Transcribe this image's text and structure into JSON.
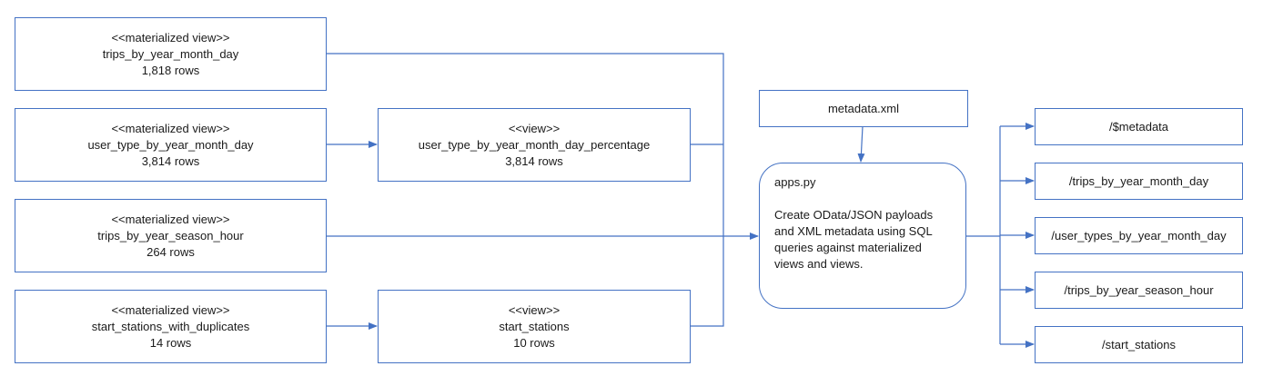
{
  "materialized_views": [
    {
      "stereotype": "<<materialized view>>",
      "name": "trips_by_year_month_day",
      "rows": "1,818 rows"
    },
    {
      "stereotype": "<<materialized view>>",
      "name": "user_type_by_year_month_day",
      "rows": "3,814 rows"
    },
    {
      "stereotype": "<<materialized view>>",
      "name": "trips_by_year_season_hour",
      "rows": "264 rows"
    },
    {
      "stereotype": "<<materialized view>>",
      "name": "start_stations_with_duplicates",
      "rows": "14 rows"
    }
  ],
  "views": [
    {
      "stereotype": "<<view>>",
      "name": "user_type_by_year_month_day_percentage",
      "rows": "3,814 rows"
    },
    {
      "stereotype": "<<view>>",
      "name": "start_stations",
      "rows": "10 rows"
    }
  ],
  "metadata_file": "metadata.xml",
  "app": {
    "title": "apps.py",
    "description": "Create OData/JSON payloads and XML metadata using  SQL queries against materialized views and views."
  },
  "endpoints": [
    "/$metadata",
    "/trips_by_year_month_day",
    "/user_types_by_year_month_day",
    "/trips_by_year_season_hour",
    "/start_stations"
  ],
  "colors": {
    "box_border": "#4472c4",
    "connector": "#4472c4"
  }
}
